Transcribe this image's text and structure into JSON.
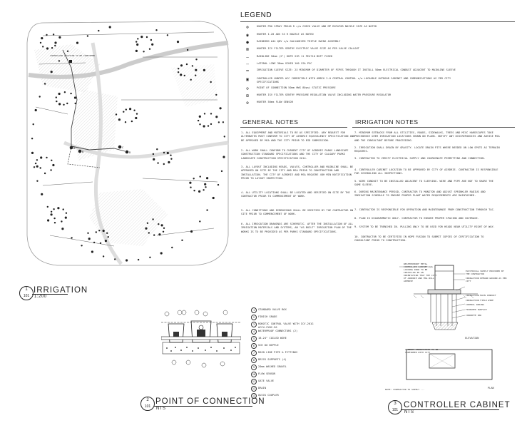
{
  "legend": {
    "title": "LEGEND",
    "items": [
      {
        "icon": "spray-head-icon",
        "text": "HUNTER PRO SPRAY PRS40 R c/w CHECK VALVE AND MP ROTATOR NOZZLE SIZE AS NOTED"
      },
      {
        "icon": "rotor-head-icon",
        "text": "HUNTER I-20 ADS SS R NOZZLE AS NOTED"
      },
      {
        "icon": "swing-joint-icon",
        "text": "RAINBIRD #44 QDV c/w GALVANIZED TRIPLE SWING ASSEMBLY"
      },
      {
        "icon": "valve-icon",
        "text": "HUNTER ICV FILTER SENTRY ELECTRIC VALVE SIZE AS PER VALVE CALLOUT"
      },
      {
        "icon": "mainline-icon",
        "text": "MAINLINE 50mm (2\") HDPE SIR 11 PE4710 BUTT FUSED"
      },
      {
        "icon": "lateral-icon",
        "text": "LATERAL LINE 38mm SCHED 160 CSA PVC"
      },
      {
        "icon": "sleeve-icon",
        "text": "IRRIGATION SLEEVE SIZE: 2X MINIMUM OF DIAMETER OF PIPES THROUGH IT INSTALL 50mm ELECTRICAL CONDUIT ADJACENT TO MAINLINE SLEEVE"
      },
      {
        "icon": "controller-icon",
        "text": "CONTROLLER HUNTER ACC COMPATIBLE WITH AMBIO 2.0 CENTRAL CONTROL c/w LOCKABLE OUTDOOR CABINET AND COMMUNICATIONS AS PER CITY SPECIFICATIONS"
      },
      {
        "icon": "poc-icon",
        "text": "POINT OF CONNECTION 50mm HWS 80psi STATIC PRESSURE"
      },
      {
        "icon": "pressure-valve-icon",
        "text": "HUNTER ISV FILTER SENTRY PRESSURE REGULATION VALVE INCLUDING WATER PRESSURE REGULATOR"
      },
      {
        "icon": "flow-sensor-icon",
        "text": "HUNTER 50mm FLOW SENSOR"
      }
    ]
  },
  "general_notes": {
    "title": "GENERAL NOTES",
    "items": [
      "1. ALL EQUIPMENT AND MATERIALS TO BE AS SPECIFIED. ANY REQUEST FOR ALTERNATES MUST CONFORM TO CITY OF AIRDRIE EQUIVALENCY SPECIFICATION AND BE APPROVED BY MSA AND THE CITY PRIOR TO BID SUBMISSION.",
      "2. ALL WORK SHALL CONFORM TO CURRENT CITY OF AIRDRIE PARKS LANDSCAPE CONSTRUCTION STANDARD SPECIFICATIONS AND THE CITY OF CALGARY PARKS LANDSCAPE CONSTRUCTION SPECIFICATION 2014.",
      "3. ALL LAYOUT INCLUDING HEADS, VALVES, CONTROLLER AND MAINLINE SHALL BE APPROVED ON SITE BY THE CITY AND MSA PRIOR TO CONSTRUCTION AND INSTALLATION. THE CITY OF AIRDRIE AND MSA REQUIRE 48H MIN NOTIFICATION PRIOR TO LAYOUT INSPECTION.",
      "4. ALL UTILITY LOCATIONS SHALL BE LOCATED AND VERIFIED ON SITE BY THE CONTRACTOR PRIOR TO COMMENCEMENT OF WORK.",
      "5. ALL CONDITIONS AND DIMENSIONS SHALL BE VERIFIED BY THE CONTRACTOR ON SITE PRIOR TO COMMENCEMENT OF WORK.",
      "6. ALL IRRIGATION DRAWINGS ARE SCHEMATIC. AFTER THE INSTALLATION OF ALL IRRIGATION MATERIALS AND SYSTEMS, AN \"AS-BUILT\" IRRIGATION PLAN OF THE WORKS IS TO BE PROVIDED AS PER PARKS STANDARD SPECIFICATIONS."
    ]
  },
  "irrigation_notes": {
    "title": "IRRIGATION NOTES",
    "items": [
      "7. MINIMUM SETBACKS FROM ALL UTILITIES, ROADS, SIDEWALKS, TREES AND MISC HARDSCAPES TAKE PRECEDENCE OVER IRRIGATION LOCATIONS SHOWN ON PLANS. NOTIFY ANY DISCREPANCIES AND ADVISE MSA AND THE CONSULTANT BEFORE PROCEEDING.",
      "2. IRRIGATION SHALL DRAIN BY GRAVITY. LOCATE DRAIN PITS WHERE NEEDED ON LOW SPOTS AS TERRAIN REQUIRES.",
      "3. CONTRACTOR TO VERIFY ELECTRICAL SUPPLY AND COORDINATE PERMITTING AND CONNECTION.",
      "4. CONTROLLER CABINET LOCATION TO BE APPROVED BY CITY OF AIRDRIE. CONTRACTOR IS RESPONSIBLE FOR SCHEDULING ALL INSPECTIONS.",
      "5. WIRE CONDUIT TO BE INSTALLED ADJACENT TO SLEEVING. WIRE AND PIPE ARE NOT TO SHARE THE SAME SLEEVE.",
      "6. DURING MAINTENANCE PERIOD, CONTRACTOR TO MONITOR AND ADJUST SPRINKLER RADIUS AND IRRIGATION SCHEDULE TO ENSURE PROPER PLANT WATER REQUIREMENTS ARE MAINTAINED.",
      "7. CONTRACTOR IS RESPONSIBLE FOR OPERATION AND MAINTENANCE FROM CONSTRUCTION THROUGH TAC.",
      "8. PLAN IS DIAGRAMMATIC ONLY. CONTRACTOR TO ENSURE PROPER SPACING AND COVERAGE.",
      "9. SYSTEM TO BE TRENCHED IN. PULLING ONLY TO BE USED FOR HEADS NEAR UTILITY RIGHT OF WAY.",
      "10. CONTRACTOR TO BE CERTIFIED IN HDPE FUSION TO SUBMIT COPIES OF CERTIFICATION TO CONSULTANT PRIOR TO CONSTRUCTION."
    ]
  },
  "poc_items": [
    {
      "num": "1",
      "text": "STANDARD VALVE BOX"
    },
    {
      "num": "2",
      "text": "FINISH GRADE"
    },
    {
      "num": "3",
      "text": "ROBOTIC CONTROL VALVE WITH ICV-201G ACCU-SYNC-50"
    },
    {
      "num": "4",
      "text": "WATERPROOF CONNECTORS (2)"
    },
    {
      "num": "5",
      "text": "18-24\" COILED WIRE"
    },
    {
      "num": "6",
      "text": "SCH 80 NIPPLE"
    },
    {
      "num": "7",
      "text": "MAIN LINE PIPE & FITTINGS"
    },
    {
      "num": "8",
      "text": "BRICK SUPPORTS (4)"
    },
    {
      "num": "9",
      "text": "20mm WASHED GRAVEL"
    },
    {
      "num": "10",
      "text": "FLOW SENSOR"
    },
    {
      "num": "11",
      "text": "GATE VALVE"
    },
    {
      "num": "12",
      "text": "DRAIN"
    },
    {
      "num": "13",
      "text": "QUICK COUPLER"
    }
  ],
  "cabinet_labels": [
    "WEATHERPROOF METAL CONTROLLER CABINET c/w LOCKING DOOR TO BE INSTALLED IN AN ORIENTATION THAT THE CITY OF AIRDRIE AND MSA WILL APPROVE",
    "ELECTRICAL SUPPLY PROVIDED BY THE CONTRACTOR",
    "IRRIGATION DEMAND GROUND AS PER CITY",
    "IRRIGATION MAIN CONDUIT",
    "IRRIGATION FIELD WIRE",
    "CONTROL WIRING",
    "FINISHED SURFACE",
    "CONCRETE PAD"
  ],
  "cabinet_sublabel_elevation": "ELEVATION",
  "cabinet_sublabel_plan": "PLAN",
  "cabinet_plan_label": "CABINET ORIENTATION TO BE CONFIRMED WITH CITY",
  "cabinet_note": "NOTE: CONTRACTOR TO SUPPLY ...",
  "titles": {
    "irrigation": {
      "num": "1",
      "ref": "101",
      "title": "IRRIGATION",
      "scale": "1:200"
    },
    "poc": {
      "num": "2",
      "ref": "101",
      "title": "POINT OF CONNECTION",
      "scale": "NTS"
    },
    "cabinet": {
      "num": "3",
      "ref": "101",
      "title": "CONTROLLER CABINET",
      "scale": "NTS"
    }
  },
  "plan_labels": {
    "controller": "CONTROLLER LOCATION TO BE CONFIRMED",
    "valve_a": "A",
    "valve_b": "B",
    "valve_c": "C",
    "valve_d": "D"
  }
}
